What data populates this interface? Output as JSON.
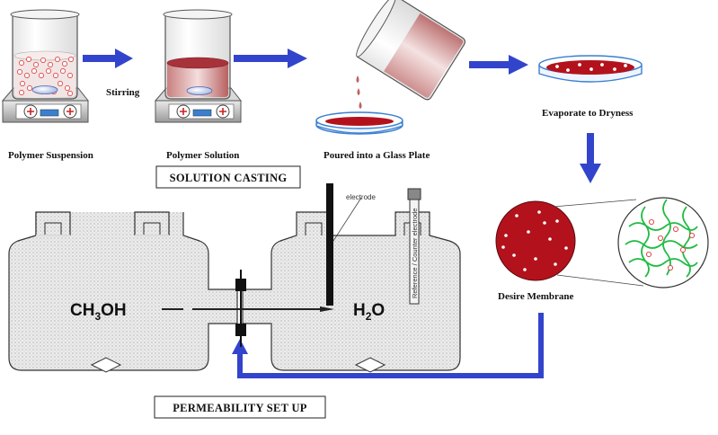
{
  "labels": {
    "polymer_suspension": "Polymer Suspension",
    "stirring": "Stirring",
    "polymer_solution": "Polymer Solution",
    "poured_glass_plate": "Poured into a Glass Plate",
    "evaporate": "Evaporate to Dryness",
    "solution_casting": "SOLUTION CASTING",
    "desire_membrane": "Desire Membrane",
    "permeability_setup": "PERMEABILITY SET UP",
    "electrode": "electrode",
    "reference_electrode": "Reference / Counter electrode"
  },
  "chem": {
    "left_base": "CH",
    "left_sub": "3",
    "left_end": "OH",
    "right_base": "H",
    "right_sub": "2",
    "right_end": "O"
  },
  "colors": {
    "arrow": "#3344cc",
    "solution": "#b3121c",
    "tank_fill": "#e8e8e8",
    "stirrer_blue": "#3c7fd0"
  },
  "icons": [
    "beaker-icon",
    "hot-plate-icon",
    "petri-dish-icon",
    "arrow-icon",
    "membrane-icon",
    "two-compartment-cell-icon"
  ]
}
